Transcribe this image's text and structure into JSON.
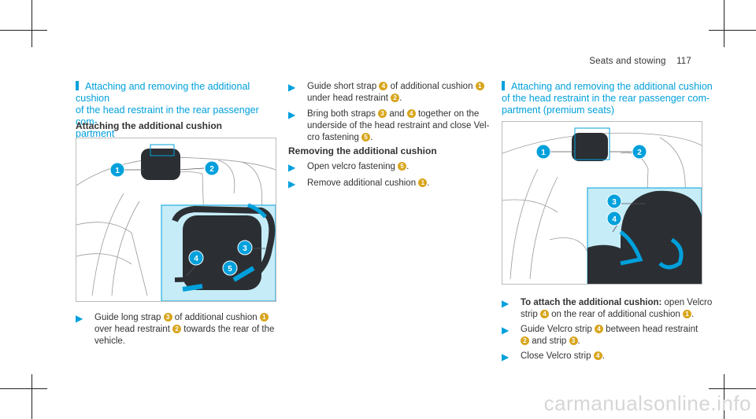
{
  "header": {
    "section": "Seats and stowing",
    "page": "117"
  },
  "left": {
    "heading": "Attaching and removing the additional cushion of the head restraint in the rear passenger compartment",
    "heading_lines": [
      "Attaching and removing the additional cushion",
      "of the head restraint in the rear passenger com-",
      "partment"
    ],
    "subheading": "Attaching the additional cushion",
    "figure_callouts": [
      "1",
      "2",
      "3",
      "4",
      "5"
    ],
    "step1": {
      "a": "Guide long strap",
      "n1": "3",
      "b": "of additional cushion",
      "n2": "1",
      "c": "over head restraint",
      "n3": "2",
      "d": "towards the rear of the",
      "e": "vehicle."
    }
  },
  "middle": {
    "step1": {
      "a": "Guide short strap",
      "n1": "4",
      "b": "of additional cushion",
      "n2": "1",
      "c": "under head restraint",
      "n3": "2",
      "d": "."
    },
    "step2": {
      "a": "Bring both straps",
      "n1": "3",
      "b": "and",
      "n2": "4",
      "c": "together on the",
      "d": "underside of the head restraint and close Vel-",
      "e": "cro fastening",
      "n3": "5",
      "f": "."
    },
    "subheading": "Removing the additional cushion",
    "step3": {
      "a": "Open velcro fastening",
      "n1": "5",
      "b": "."
    },
    "step4": {
      "a": "Remove additional cushion",
      "n1": "1",
      "b": "."
    }
  },
  "right": {
    "heading_lines": [
      "Attaching and removing the additional cushion",
      "of the head restraint in the rear passenger com-",
      "partment (premium seats)"
    ],
    "figure_callouts": [
      "1",
      "2",
      "3",
      "4"
    ],
    "step1": {
      "bold": "To attach the additional cushion:",
      "a": "open Velcro",
      "b": "strip",
      "n1": "4",
      "c": "on the rear of additional cushion",
      "n2": "1",
      "d": "."
    },
    "step2": {
      "a": "Guide Velcro strip",
      "n1": "4",
      "b": "between head restraint",
      "n2": "2",
      "c": "and strip",
      "n3": "3",
      "d": "."
    },
    "step3": {
      "a": "Close Velcro strip",
      "n1": "4",
      "b": "."
    }
  },
  "watermark": "carmanualsonline.info",
  "colors": {
    "accent": "#00a0dc",
    "callout_bg": "#00a0dc",
    "number_badge": "#d8a51d"
  }
}
